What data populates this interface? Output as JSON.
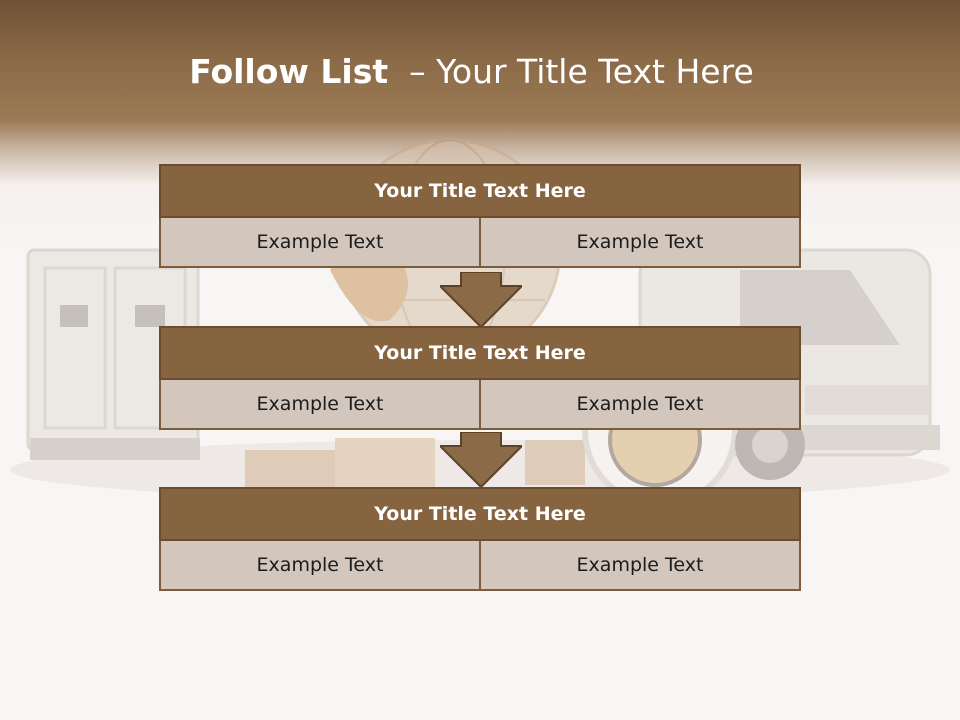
{
  "slide": {
    "title_bold": "Follow List",
    "title_rest": "  – Your Title Text Here"
  },
  "blocks": [
    {
      "title": "Your Title Text Here",
      "left": "Example Text",
      "right": "Example Text"
    },
    {
      "title": "Your Title Text Here",
      "left": "Example Text",
      "right": "Example Text"
    },
    {
      "title": "Your Title Text Here",
      "left": "Example Text",
      "right": "Example Text"
    }
  ],
  "colors": {
    "header_band": "#8b6a47",
    "block_title": "#876440",
    "block_cell": "#d3c6bc",
    "arrow": "#8b6a47"
  }
}
